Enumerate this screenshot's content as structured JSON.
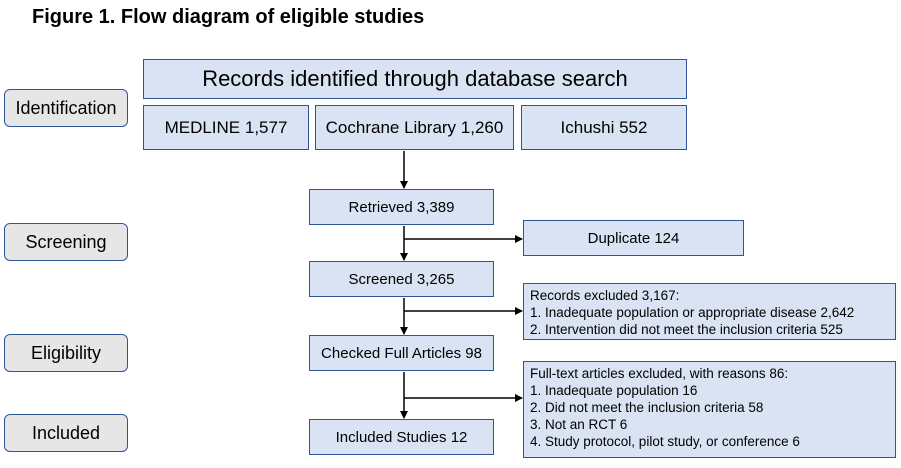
{
  "title": "Figure 1. Flow diagram of eligible studies",
  "stages": {
    "identification": "Identification",
    "screening": "Screening",
    "eligibility": "Eligibility",
    "included": "Included"
  },
  "identification": {
    "header": "Records identified through database search",
    "medline": "MEDLINE 1,577",
    "cochrane": "Cochrane Library 1,260",
    "ichushi": "Ichushi 552"
  },
  "flow": {
    "retrieved": "Retrieved 3,389",
    "duplicate": "Duplicate 124",
    "screened": "Screened 3,265",
    "records_excluded": [
      "Records excluded 3,167:",
      "1. Inadequate population or appropriate disease 2,642",
      "2. Intervention did not meet the inclusion criteria 525"
    ],
    "checked": "Checked Full Articles 98",
    "fulltext_excluded": [
      "Full-text articles excluded, with reasons 86:",
      "1. Inadequate population 16",
      "2. Did not meet the inclusion criteria 58",
      "3. Not an RCT 6",
      "4. Study protocol, pilot study, or conference 6"
    ],
    "included": "Included Studies 12"
  }
}
